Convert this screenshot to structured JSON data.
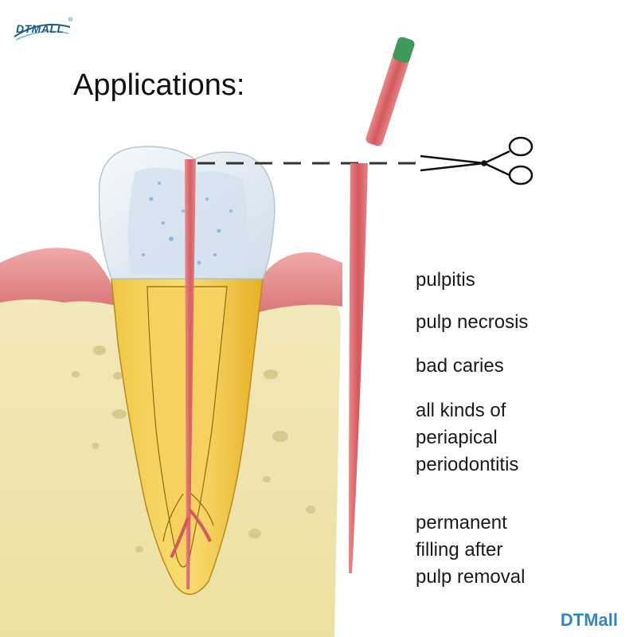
{
  "logo": {
    "text": "DTMALL",
    "registered": "®"
  },
  "heading": "Applications:",
  "applications": [
    "pulpitis",
    "pulp necrosis",
    "bad caries",
    "all kinds of\nperiapical\nperiodontitis",
    "permanent\nfilling after\npulp removal"
  ],
  "brand_footer": "DTMall",
  "colors": {
    "gum": "#e2888a",
    "bone": "#efe3a8",
    "root": "#e8b830",
    "crown": "#dfe9f1",
    "gutta_percha": "#d9686b",
    "gutta_tip": "#3d9a5a",
    "brand_blue": "#2f86c8"
  }
}
